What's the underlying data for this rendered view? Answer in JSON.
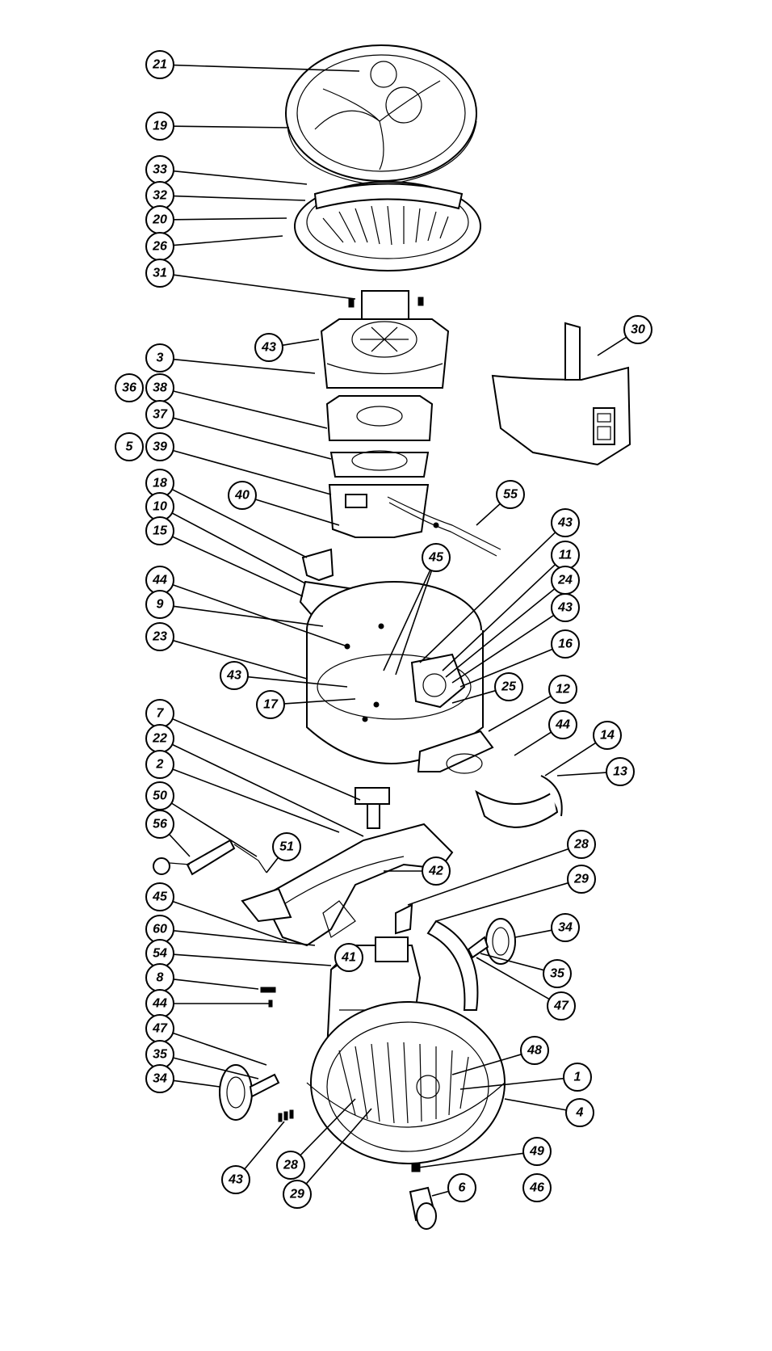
{
  "diagram": {
    "callouts": [
      {
        "label": "21"
      },
      {
        "label": "19"
      },
      {
        "label": "33"
      },
      {
        "label": "32"
      },
      {
        "label": "20"
      },
      {
        "label": "26"
      },
      {
        "label": "31"
      },
      {
        "label": "43"
      },
      {
        "label": "3"
      },
      {
        "label": "36"
      },
      {
        "label": "38"
      },
      {
        "label": "37"
      },
      {
        "label": "5"
      },
      {
        "label": "39"
      },
      {
        "label": "40"
      },
      {
        "label": "18"
      },
      {
        "label": "10"
      },
      {
        "label": "15"
      },
      {
        "label": "44"
      },
      {
        "label": "9"
      },
      {
        "label": "23"
      },
      {
        "label": "43"
      },
      {
        "label": "17"
      },
      {
        "label": "30"
      },
      {
        "label": "55"
      },
      {
        "label": "45"
      },
      {
        "label": "43"
      },
      {
        "label": "11"
      },
      {
        "label": "24"
      },
      {
        "label": "43"
      },
      {
        "label": "16"
      },
      {
        "label": "25"
      },
      {
        "label": "12"
      },
      {
        "label": "44"
      },
      {
        "label": "14"
      },
      {
        "label": "13"
      },
      {
        "label": "7"
      },
      {
        "label": "22"
      },
      {
        "label": "2"
      },
      {
        "label": "50"
      },
      {
        "label": "56"
      },
      {
        "label": "51"
      },
      {
        "label": "42"
      },
      {
        "label": "28"
      },
      {
        "label": "29"
      },
      {
        "label": "45"
      },
      {
        "label": "60"
      },
      {
        "label": "54"
      },
      {
        "label": "8"
      },
      {
        "label": "44"
      },
      {
        "label": "47"
      },
      {
        "label": "35"
      },
      {
        "label": "34"
      },
      {
        "label": "41"
      },
      {
        "label": "34"
      },
      {
        "label": "35"
      },
      {
        "label": "47"
      },
      {
        "label": "48"
      },
      {
        "label": "1"
      },
      {
        "label": "4"
      },
      {
        "label": "43"
      },
      {
        "label": "28"
      },
      {
        "label": "29"
      },
      {
        "label": "49"
      },
      {
        "label": "46"
      },
      {
        "label": "6"
      }
    ]
  }
}
